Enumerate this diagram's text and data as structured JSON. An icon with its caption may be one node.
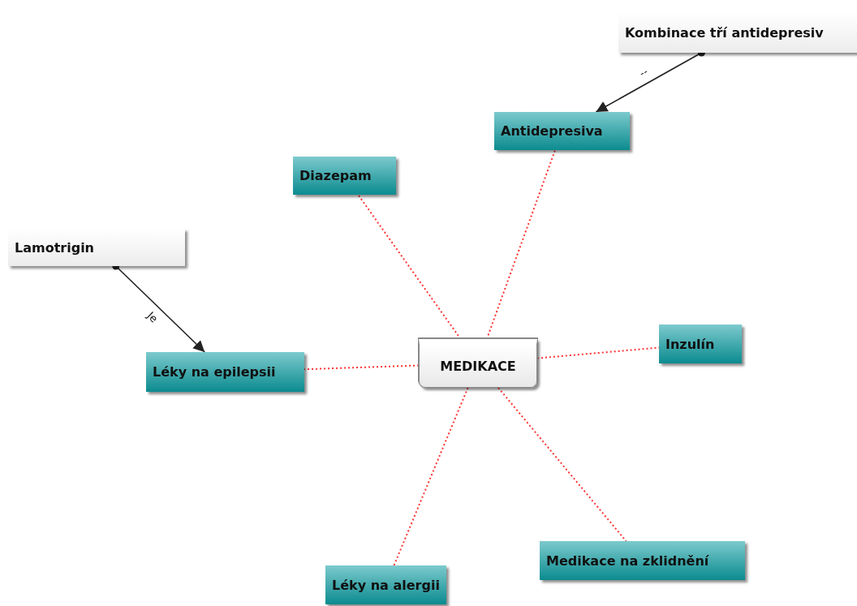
{
  "diagram": {
    "nodes": [
      {
        "text": [
          "MEDIKACE"
        ]
      },
      {
        "text": [
          "Kombinace tří antidepresiv"
        ]
      },
      {
        "text": [
          "Antidepresiva"
        ]
      },
      {
        "text": [
          "Diazepam"
        ]
      },
      {
        "text": [
          "Lamotrigin"
        ]
      },
      {
        "text": [
          "Léky na epilepsii"
        ]
      },
      {
        "text": [
          "Inzulín"
        ]
      },
      {
        "text": [
          "Medikace na zklidnění"
        ]
      },
      {
        "text": [
          "Léky na alergii"
        ]
      }
    ],
    "edges": [
      {
        "from": 1,
        "to": 2,
        "arrow": "to",
        "label": "--",
        "color": "#222222"
      },
      {
        "from": 4,
        "to": 5,
        "arrow": "to",
        "label": "Je",
        "color": "#222222"
      },
      {
        "from": 0,
        "to": 2,
        "arrow": "none",
        "style": "dashed"
      },
      {
        "from": 0,
        "to": 3,
        "arrow": "none",
        "style": "dashed"
      },
      {
        "from": 0,
        "to": 5,
        "arrow": "none",
        "style": "dashed"
      },
      {
        "from": 0,
        "to": 6,
        "arrow": "none",
        "style": "dashed"
      },
      {
        "from": 0,
        "to": 7,
        "arrow": "none",
        "style": "dashed"
      },
      {
        "from": 0,
        "to": 8,
        "arrow": "none",
        "style": "dashed"
      }
    ]
  }
}
